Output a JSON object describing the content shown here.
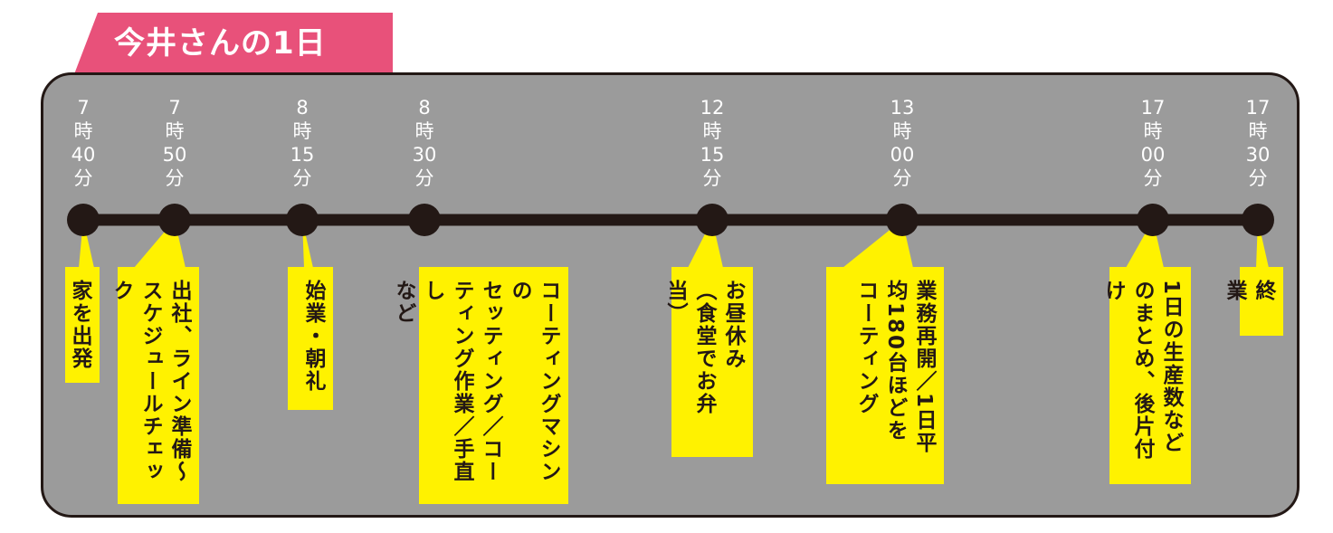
{
  "title": "今井さんの1日",
  "colors": {
    "tab": "#e8517a",
    "panel": "#9b9b9b",
    "line": "#231815",
    "label_bg": "#fff200",
    "time_text": "#ffffff"
  },
  "events": [
    {
      "time": [
        "7",
        "時",
        "40",
        "分"
      ],
      "label": "家を出発"
    },
    {
      "time": [
        "7",
        "時",
        "50",
        "分"
      ],
      "label": "出社、ライン準備〜\nスケジュールチェック"
    },
    {
      "time": [
        "8",
        "時",
        "15",
        "分"
      ],
      "label": "始業・朝礼"
    },
    {
      "time": [
        "8",
        "時",
        "30",
        "分"
      ],
      "label": "コーティングマシンの\nセッティング／コー\nティング作業／手直し\nなど"
    },
    {
      "time": [
        "12",
        "時",
        "15",
        "分"
      ],
      "label": "お昼休み\n（食堂でお弁当）"
    },
    {
      "time": [
        "13",
        "時",
        "00",
        "分"
      ],
      "label": "業務再開／1日平\n均180台ほどを\nコーティング"
    },
    {
      "time": [
        "17",
        "時",
        "00",
        "分"
      ],
      "label": "1日の生産数など\nのまとめ、後片付け"
    },
    {
      "time": [
        "17",
        "時",
        "30",
        "分"
      ],
      "label": "終業"
    }
  ]
}
